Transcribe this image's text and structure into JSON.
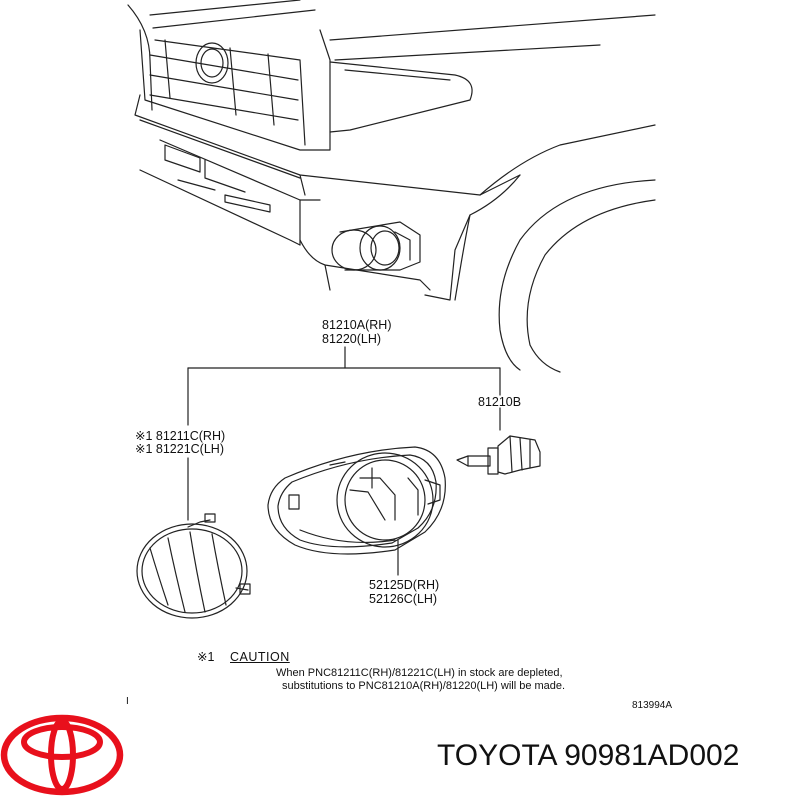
{
  "labels": {
    "assembly_rh": "81210A(RH)",
    "assembly_lh": "81220(LH)",
    "bulb": "81210B",
    "lens_rh": "※1 81211C(RH)",
    "lens_lh": "※1 81221C(LH)",
    "housing_rh": "52125D(RH)",
    "housing_lh": "52126C(LH)"
  },
  "caution": {
    "mark": "※1",
    "title": "CAUTION",
    "line1": "When PNC81211C(RH)/81221C(LH) in stock are depleted,",
    "line2": "substitutions to PNC81210A(RH)/81220(LH) will be made."
  },
  "stray_mark": "I",
  "diagram_code": "813994A",
  "brand_text": "TOYOTA 90981AD002",
  "logo_color": "#e8101c",
  "logo_name": "toyota-logo"
}
